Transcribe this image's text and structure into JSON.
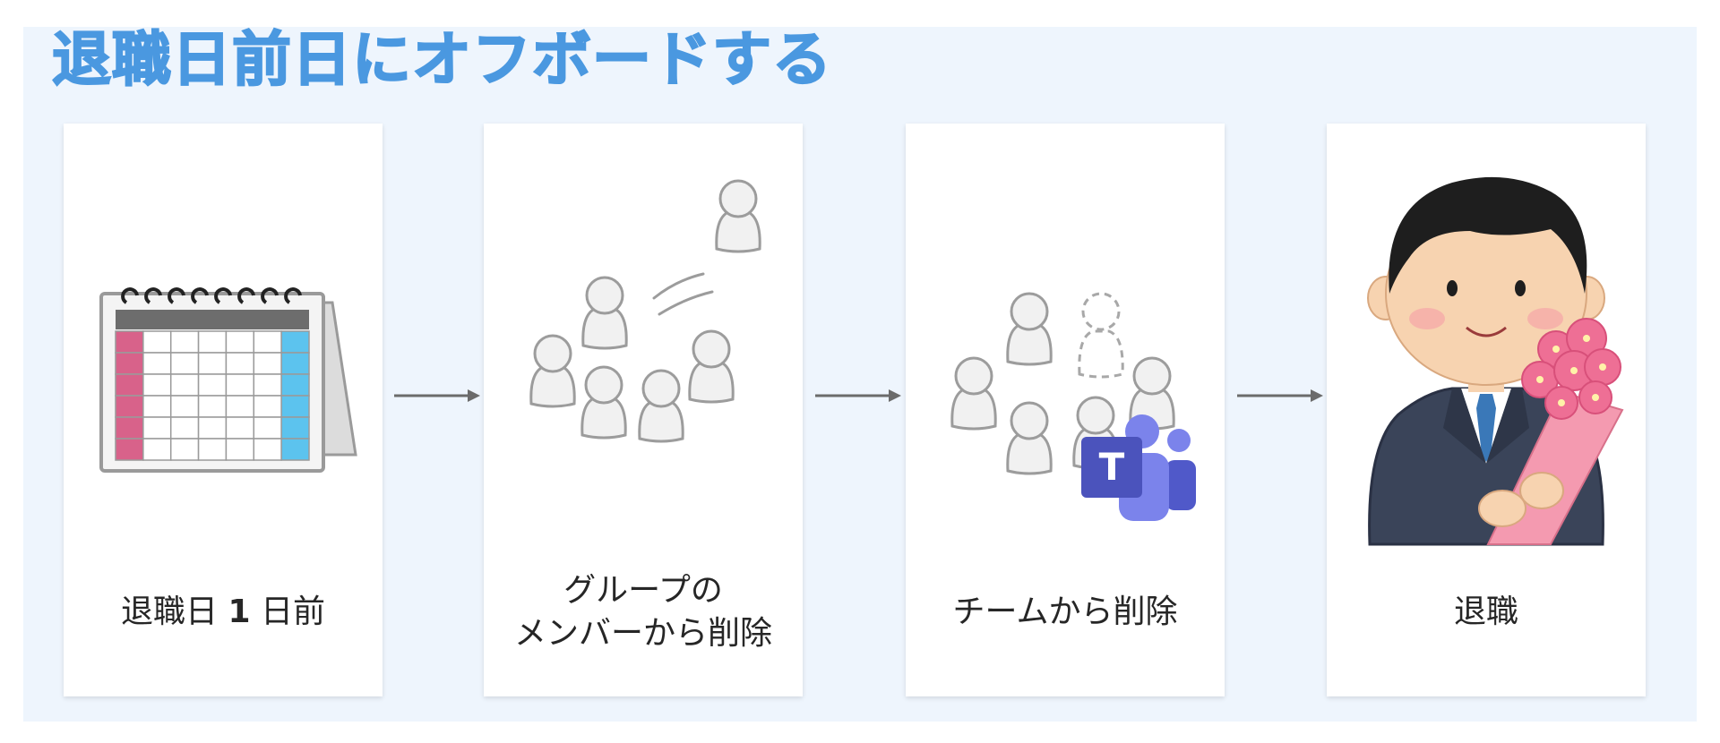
{
  "title": "退職日前日にオフボードする",
  "steps": [
    {
      "label_prefix": "退職日 ",
      "label_bold": "1",
      "label_suffix": " 日前",
      "icon": "calendar-icon"
    },
    {
      "label_line1": "グループの",
      "label_line2": "メンバーから削除",
      "icon": "people-group-icon"
    },
    {
      "label": "チームから削除",
      "icon": "people-team-icon"
    },
    {
      "label": "退職",
      "icon": "retiring-person-icon"
    }
  ],
  "teams_logo_letter": "T",
  "colors": {
    "title": "#4a98e0",
    "panel_bg": "#eef5fd",
    "arrow": "#6b6b6b",
    "calendar_pink": "#d8628a",
    "calendar_blue": "#5cc3ee",
    "teams_purple": "#5b5fc7",
    "bouquet_pink": "#f07a9a",
    "suit": "#3a4459"
  }
}
